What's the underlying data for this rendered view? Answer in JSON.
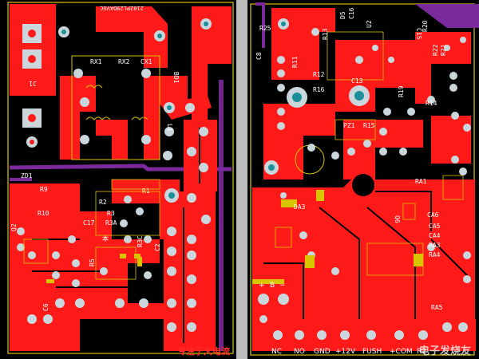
{
  "colors": {
    "board": "#000000",
    "copper": "#ff1a1a",
    "silkscreen": "#ffffff",
    "outline": "#d8c400",
    "pad": "#c9d7dd",
    "via": "#20a0a0",
    "purple": "#7a2a9a",
    "gap": "#c0c0c0"
  },
  "left_board": {
    "top_label": "2102PL29DAVGC",
    "refs": [
      {
        "id": "rx1",
        "text": "RX1"
      },
      {
        "id": "rx2",
        "text": "RX2"
      },
      {
        "id": "cx1",
        "text": "CX1"
      },
      {
        "id": "bd1",
        "text": "BD1"
      },
      {
        "id": "l1",
        "text": "L1"
      },
      {
        "id": "j1",
        "text": "J1"
      },
      {
        "id": "zd1",
        "text": "ZD1"
      },
      {
        "id": "r9",
        "text": "R9"
      },
      {
        "id": "r10",
        "text": "R10"
      },
      {
        "id": "q2",
        "text": "Q2"
      },
      {
        "id": "r2",
        "text": "R2"
      },
      {
        "id": "r1",
        "text": "R1"
      },
      {
        "id": "r3",
        "text": "R3"
      },
      {
        "id": "r3a",
        "text": "R3A"
      },
      {
        "id": "c17",
        "text": "C17"
      },
      {
        "id": "r3c",
        "text": "R3C"
      },
      {
        "id": "c2",
        "text": "C2"
      },
      {
        "id": "c6",
        "text": "C6"
      },
      {
        "id": "r5",
        "text": "R5"
      },
      {
        "id": "ben",
        "text": "本"
      }
    ]
  },
  "right_board": {
    "refs": [
      {
        "id": "r25",
        "text": "R25"
      },
      {
        "id": "c8",
        "text": "C8"
      },
      {
        "id": "r13",
        "text": "R13"
      },
      {
        "id": "u2",
        "text": "U2"
      },
      {
        "id": "c15",
        "text": "C15"
      },
      {
        "id": "r20",
        "text": "R20"
      },
      {
        "id": "r22",
        "text": "R22"
      },
      {
        "id": "r21",
        "text": "R21"
      },
      {
        "id": "r11",
        "text": "R11"
      },
      {
        "id": "r12",
        "text": "R12"
      },
      {
        "id": "r16",
        "text": "R16"
      },
      {
        "id": "c13",
        "text": "C13"
      },
      {
        "id": "r14",
        "text": "R14"
      },
      {
        "id": "r19",
        "text": "R19"
      },
      {
        "id": "pz1",
        "text": "PZ1"
      },
      {
        "id": "r15",
        "text": "R15"
      },
      {
        "id": "ra1",
        "text": "RA1"
      },
      {
        "id": "ca6",
        "text": "CA6"
      },
      {
        "id": "ca5",
        "text": "CA5"
      },
      {
        "id": "ca4",
        "text": "CA4"
      },
      {
        "id": "ra3",
        "text": "RA3"
      },
      {
        "id": "ra4",
        "text": "RA4"
      },
      {
        "id": "ra5",
        "text": "RA5"
      },
      {
        "id": "da3",
        "text": "DA3"
      },
      {
        "id": "q6",
        "text": "Q6"
      },
      {
        "id": "d5",
        "text": "D5"
      },
      {
        "id": "c16",
        "text": "C16"
      }
    ],
    "b_pins": [
      "+",
      "B",
      "−"
    ],
    "connector_labels": [
      "NC",
      "NO",
      "GND",
      "+12V",
      "FUSH",
      "+COM",
      "R2"
    ]
  },
  "caption": "专注于大电流",
  "watermark": "电子发烧友"
}
